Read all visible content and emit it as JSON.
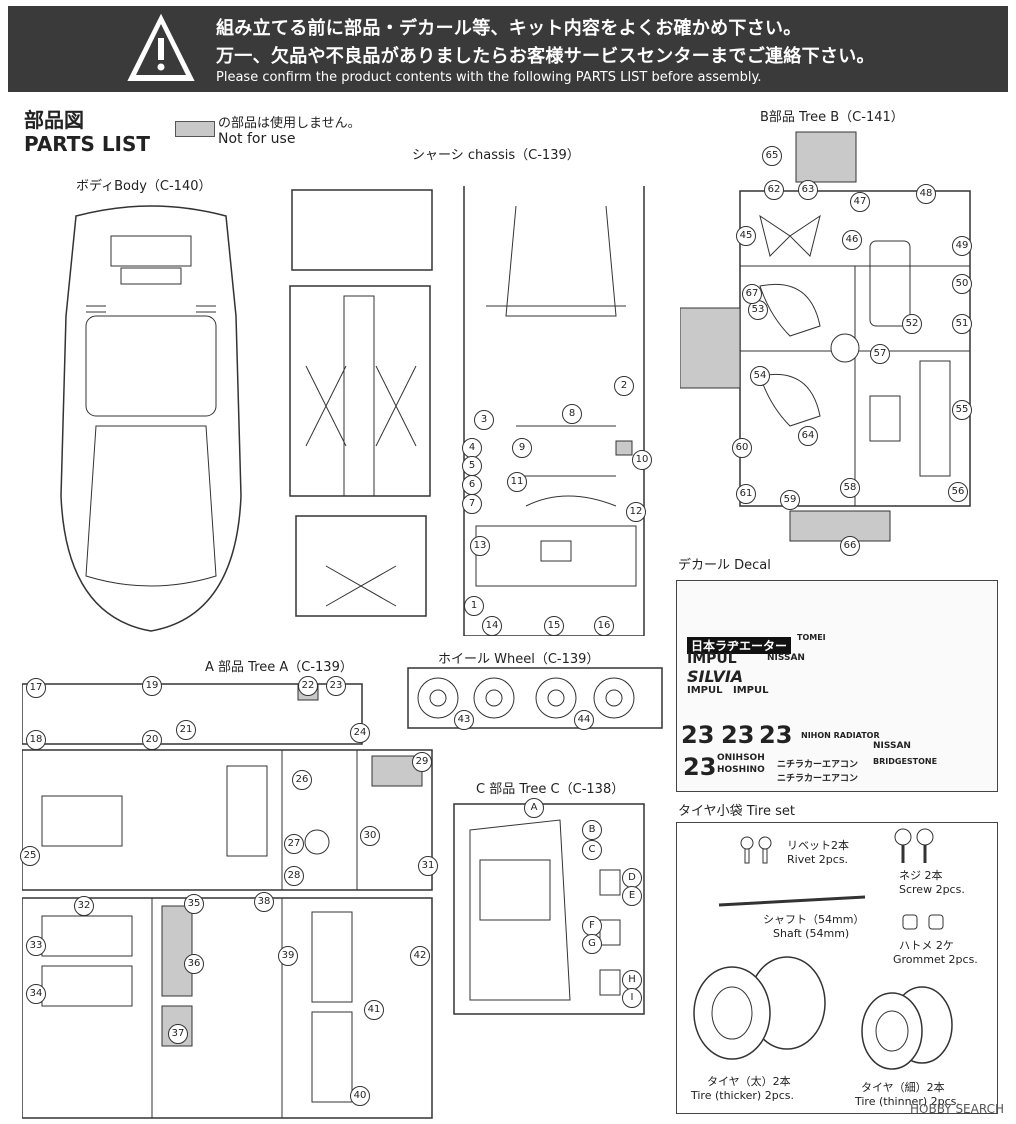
{
  "banner": {
    "line1": "組み立てる前に部品・デカール等、キット内容をよくお確かめ下さい。",
    "line2": "万一、欠品や不良品がありましたらお客様サービスセンターまでご連絡下さい。",
    "line3": "Please confirm the product contents with the following PARTS LIST before assembly.",
    "icon": "warning-triangle-icon"
  },
  "header": {
    "title_jp": "部品図",
    "title_en": "PARTS LIST"
  },
  "legend": {
    "jp": "の部品は使用しません。",
    "en": "Not for use",
    "swatch_color": "#c8c8c8"
  },
  "sections": {
    "body": "ボディBody（C-140）",
    "chassis": "シャーシ chassis（C-139）",
    "tree_b": "B部品 Tree B（C-141）",
    "tree_a": "A 部品 Tree A（C-139）",
    "wheel": "ホイール Wheel（C-139）",
    "tree_c": "C 部品 Tree C（C-138）",
    "decal": "デカール Decal",
    "tire_set": "タイヤ小袋 Tire set"
  },
  "chassis_parts": [
    "1",
    "2",
    "3",
    "4",
    "5",
    "6",
    "7",
    "8",
    "9",
    "10",
    "11",
    "12",
    "13",
    "14",
    "15",
    "16"
  ],
  "tree_a_parts": [
    "17",
    "18",
    "19",
    "20",
    "21",
    "22",
    "23",
    "24",
    "25",
    "26",
    "27",
    "28",
    "29",
    "30",
    "31",
    "32",
    "33",
    "34",
    "35",
    "36",
    "37",
    "38",
    "39",
    "40",
    "41",
    "42"
  ],
  "tree_b_parts": [
    "45",
    "46",
    "47",
    "48",
    "49",
    "50",
    "51",
    "52",
    "53",
    "54",
    "55",
    "56",
    "57",
    "58",
    "59",
    "60",
    "61",
    "62",
    "63",
    "64",
    "65",
    "66",
    "67"
  ],
  "wheel_parts": [
    "43",
    "44"
  ],
  "tree_c_parts": [
    "A",
    "B",
    "C",
    "D",
    "E",
    "F",
    "G",
    "H",
    "I"
  ],
  "decal_text": {
    "brand1": "日本ラヂエーター",
    "tomei1": "TOMEI",
    "impul": "IMPUL",
    "nissan": "NISSAN",
    "silvia": "SILVIA",
    "impul2": "IMPUL",
    "impul3": "IMPUL",
    "num23a": "23",
    "num23b": "23",
    "num23c": "23",
    "num23d": "23",
    "nihon_radiator": "NIHON RADIATOR",
    "onihsoh": "ONIHSOH",
    "hoshino": "HOSHINO",
    "nichiraka1": "ニチラカーエアコン",
    "nichiraka2": "ニチラカーエアコン",
    "bridgestone": "BRIDGESTONE",
    "nissan2": "NISSAN"
  },
  "tire_set": {
    "rivet_jp": "リベット2本",
    "rivet_en": "Rivet 2pcs.",
    "screw_jp": "ネジ 2本",
    "screw_en": "Screw 2pcs.",
    "shaft_jp": "シャフト（54mm）",
    "shaft_en": "Shaft (54mm)",
    "grommet_jp": "ハトメ 2ケ",
    "grommet_en": "Grommet 2pcs.",
    "tire_thick_jp": "タイヤ（太）2本",
    "tire_thick_en": "Tire (thicker) 2pcs.",
    "tire_thin_jp": "タイヤ（細）2本",
    "tire_thin_en": "Tire (thinner) 2pcs."
  },
  "watermark": "HOBBY SEARCH"
}
